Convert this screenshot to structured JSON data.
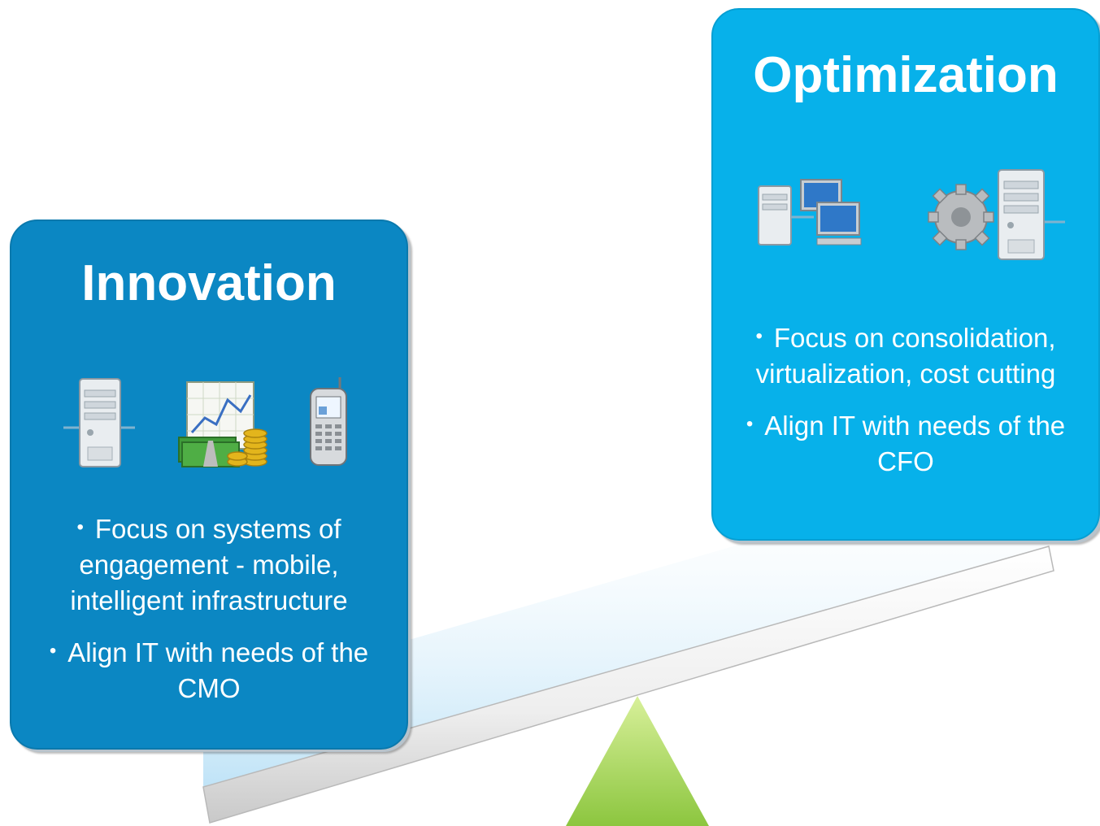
{
  "innovation": {
    "title": "Innovation",
    "icons": [
      "server-icon",
      "chart-money-icon",
      "mobile-phone-icon"
    ],
    "bullets": [
      "Focus on systems of engagement - mobile, intelligent infrastructure",
      "Align IT with needs of the CMO"
    ]
  },
  "optimization": {
    "title": "Optimization",
    "icons": [
      "server-desktop-icon",
      "gear-server-icon"
    ],
    "bullets": [
      "Focus on consolidation, virtualization, cost cutting",
      "Align IT with needs of the CFO"
    ]
  },
  "colors": {
    "innovation_card": "#0b87c3",
    "optimization_card": "#07b1ea",
    "fulcrum": "#9fd35a"
  }
}
